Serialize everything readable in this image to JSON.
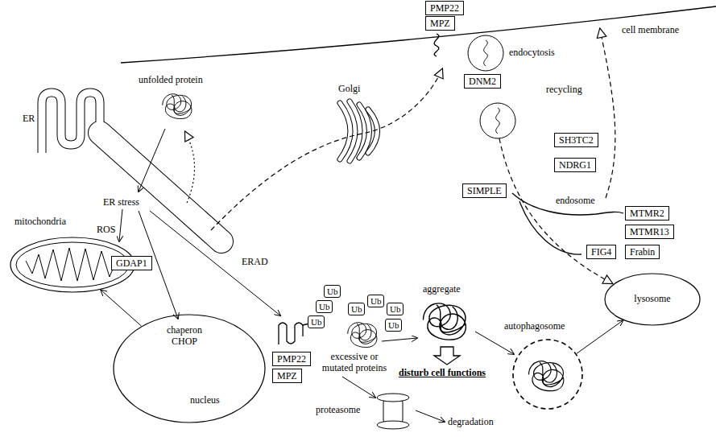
{
  "diagram": {
    "nodes": [
      {
        "text": [
          "PMP22"
        ]
      },
      {
        "text": [
          "MPZ"
        ]
      },
      {
        "text": [
          "DNM2"
        ]
      },
      {
        "text": [
          "SH3TC2"
        ]
      },
      {
        "text": [
          "NDRG1"
        ]
      },
      {
        "text": [
          "SIMPLE"
        ]
      },
      {
        "text": [
          "MTMR2"
        ]
      },
      {
        "text": [
          "MTMR13"
        ]
      },
      {
        "text": [
          "FIG4"
        ]
      },
      {
        "text": [
          "Frabin"
        ]
      },
      {
        "text": [
          "mitochondria"
        ]
      },
      {
        "text": [
          "GDAP1"
        ]
      },
      {
        "text": [
          "lysosome"
        ]
      },
      {
        "text": [
          "Ub"
        ]
      },
      {
        "text": [
          "Ub"
        ]
      },
      {
        "text": [
          "Ub"
        ]
      },
      {
        "text": [
          "Ub"
        ]
      },
      {
        "text": [
          "Ub"
        ]
      },
      {
        "text": [
          "Ub"
        ]
      },
      {
        "text": [
          "Ub"
        ]
      },
      {
        "text": [
          "autophagosome"
        ]
      },
      {
        "text": [
          "chaperon CHOP",
          "nucleus"
        ]
      },
      {
        "text": [
          "PMP22"
        ]
      },
      {
        "text": [
          "MPZ"
        ]
      },
      {
        "text": [
          "proteasome"
        ]
      }
    ],
    "edges": [
      {
        "from": 21,
        "to": 10,
        "arrow": "to"
      },
      {
        "from": 20,
        "to": 12,
        "arrow": "to"
      }
    ],
    "labels": [
      "cell membrane",
      "ER",
      "unfolded protein",
      "Golgi",
      "endocytosis",
      "recycling",
      "ER stress",
      "ROS",
      "endosome",
      "ERAD",
      "aggregate",
      "excessive or mutated proteins",
      "disturb cell functions",
      "degradation"
    ]
  }
}
